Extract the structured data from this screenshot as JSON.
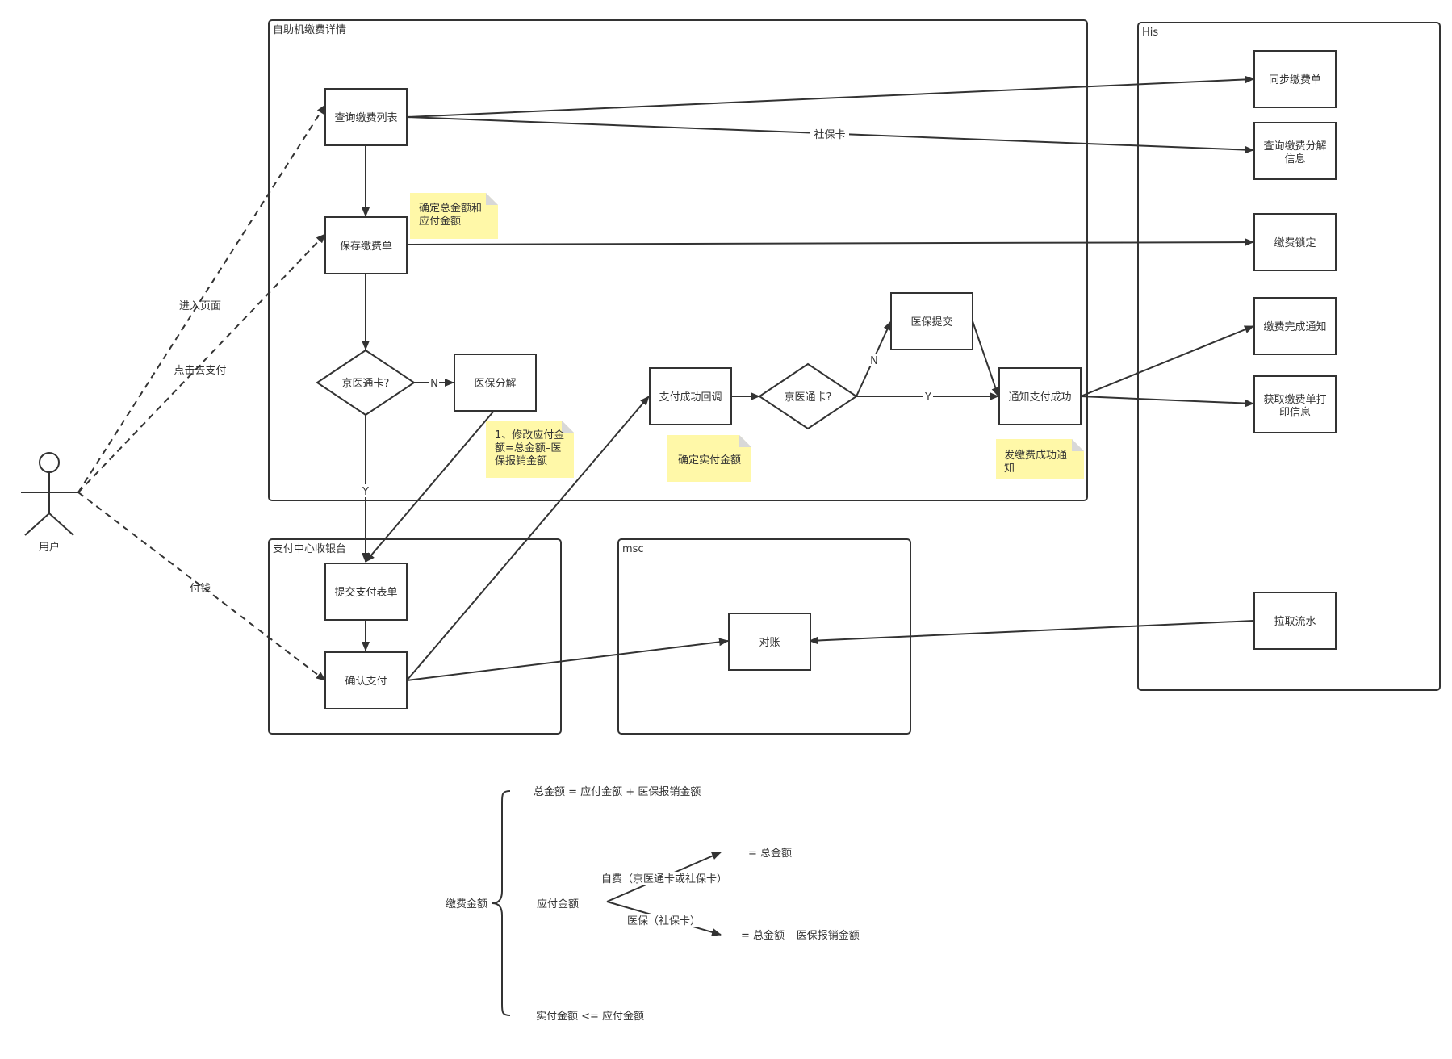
{
  "frames": {
    "kiosk": "自助机缴费详情",
    "his": "His",
    "cashier": "支付中心收银台",
    "msc": "msc"
  },
  "actor": {
    "label": "用户"
  },
  "nodes": {
    "query_list": "查询缴费列表",
    "save_bill": "保存缴费单",
    "jyt_card_1": "京医通卡?",
    "insurance_split": "医保分解",
    "pay_callback": "支付成功回调",
    "jyt_card_2": "京医通卡?",
    "insurance_submit": "医保提交",
    "notify_success": "通知支付成功",
    "submit_pay_form": "提交支付表单",
    "confirm_pay": "确认支付",
    "reconcile": "对账",
    "sync_bill": "同步缴费单",
    "query_split_info": [
      "查询缴费分解",
      "信息"
    ],
    "bill_lock": "缴费锁定",
    "complete_notice": "缴费完成通知",
    "get_print_info": [
      "获取缴费单打",
      "印信息"
    ],
    "pull_flow": "拉取流水"
  },
  "notes": {
    "amounts": [
      "确定总金额和",
      "应付金额"
    ],
    "modify": [
      "1、修改应付金",
      "额=总金额–医",
      "保报销金额"
    ],
    "actual": [
      "确定实付金额"
    ],
    "notify": [
      "发缴费成功通",
      "知"
    ]
  },
  "edge_labels": {
    "enter_page": "进入页面",
    "click_pay": "点击去支付",
    "pay_money": "付钱",
    "social_card": "社保卡",
    "n1": "N",
    "y1": "Y",
    "n2": "N",
    "y2": "Y"
  },
  "legend": {
    "root": "缴费金额",
    "total": "总金额 = 应付金额 + 医保报销金额",
    "payable": "应付金额",
    "self_pay": "自费（京医通卡或社保卡）",
    "self_pay_result": "= 总金额",
    "insurance": "医保（社保卡）",
    "insurance_result": "= 总金额 – 医保报销金额",
    "actual": "实付金额 <= 应付金额"
  }
}
